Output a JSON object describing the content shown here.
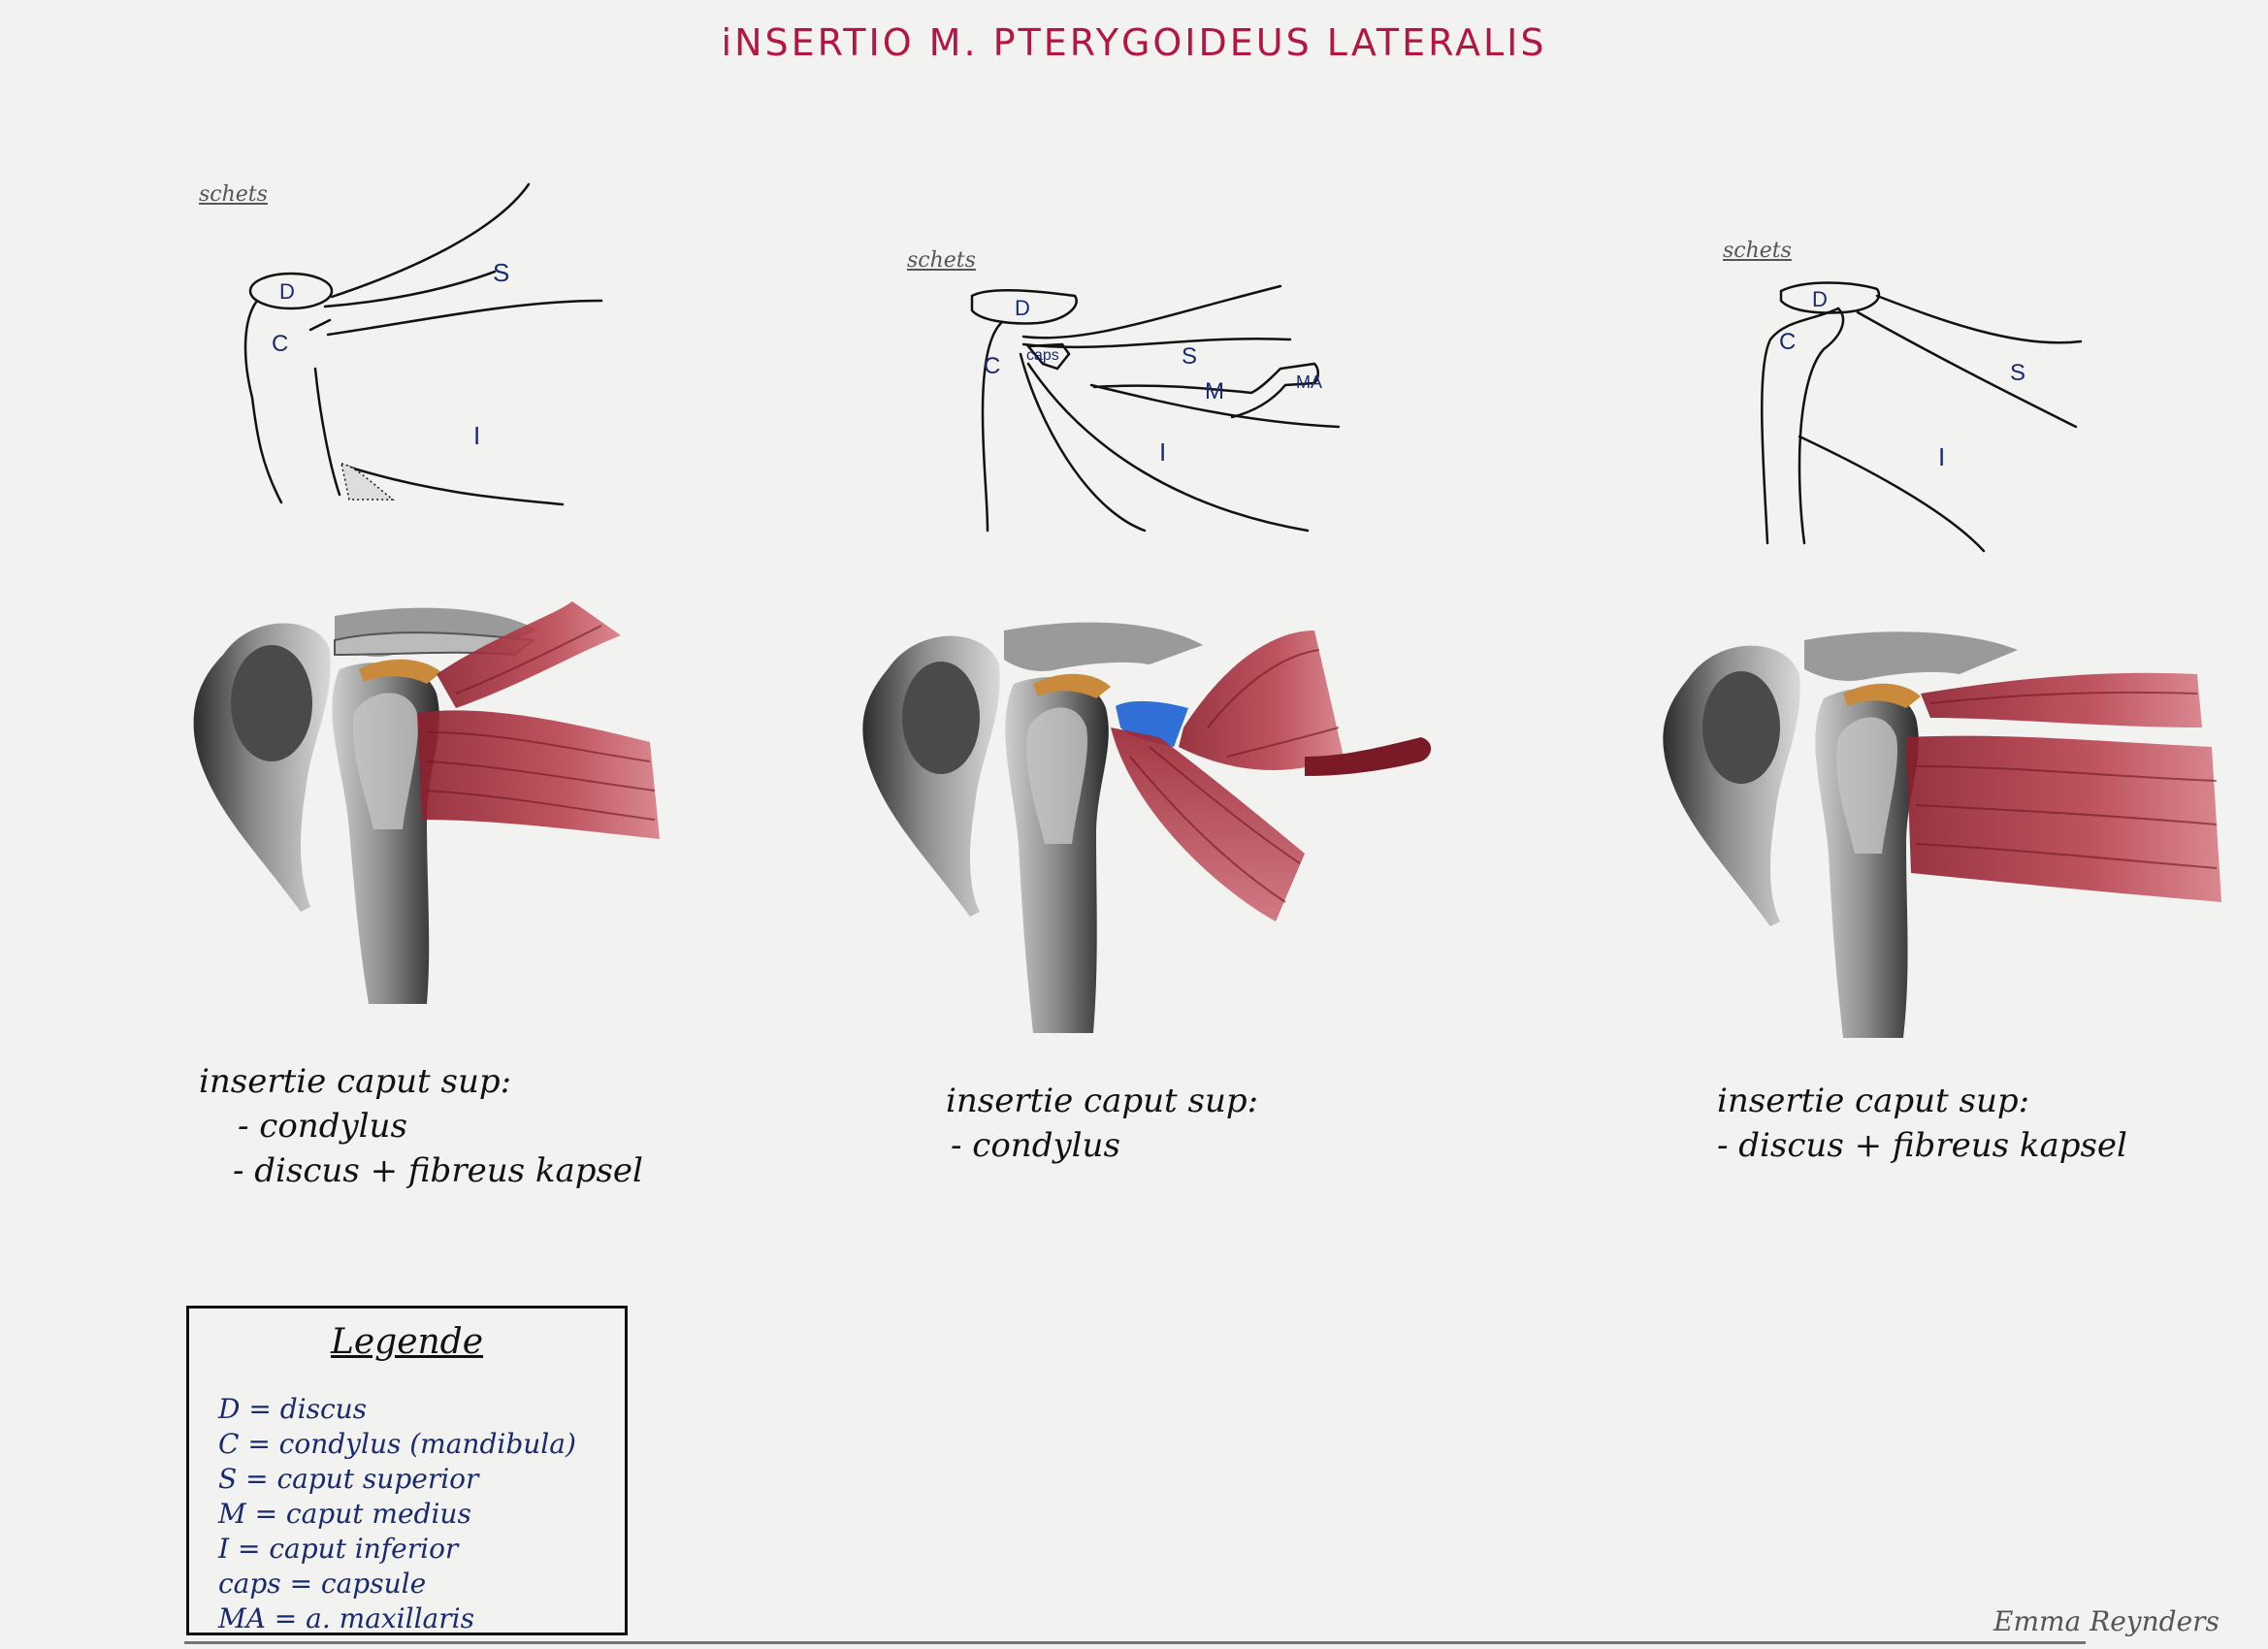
{
  "title": "iNSERTIO M. PTERYGOIDEUS LATERALIS",
  "panels": [
    {
      "sketch_label": "schets",
      "sketch_letters": {
        "D": "D",
        "C": "C",
        "S": "S",
        "I": "I"
      },
      "caption": [
        "insertie caput sup:",
        "- condylus",
        "- discus + fibreus kapsel"
      ]
    },
    {
      "sketch_label": "schets",
      "sketch_letters": {
        "D": "D",
        "C": "C",
        "caps": "caps",
        "S": "S",
        "M": "M",
        "MA": "MA",
        "I": "I"
      },
      "caption": [
        "insertie caput sup:",
        "- condylus"
      ]
    },
    {
      "sketch_label": "schets",
      "sketch_letters": {
        "D": "D",
        "C": "C",
        "S": "S",
        "I": "I"
      },
      "caption": [
        "insertie caput sup:",
        "- discus + fibreus kapsel"
      ]
    }
  ],
  "legend": {
    "title": "Legende",
    "items": [
      "D = discus",
      "C = condylus (mandibula)",
      "S = caput superior",
      "M = caput medius",
      "I = caput inferior",
      "caps = capsule",
      "MA = a. maxillaris"
    ]
  },
  "signature": "Emma Reynders",
  "colors": {
    "title": "#b31642",
    "muscle": "#b8424f",
    "bone": "#555555",
    "capsule": "#2f6fd6",
    "discus": "#c98a3c",
    "sketch_letters": "#1a2a6e"
  }
}
